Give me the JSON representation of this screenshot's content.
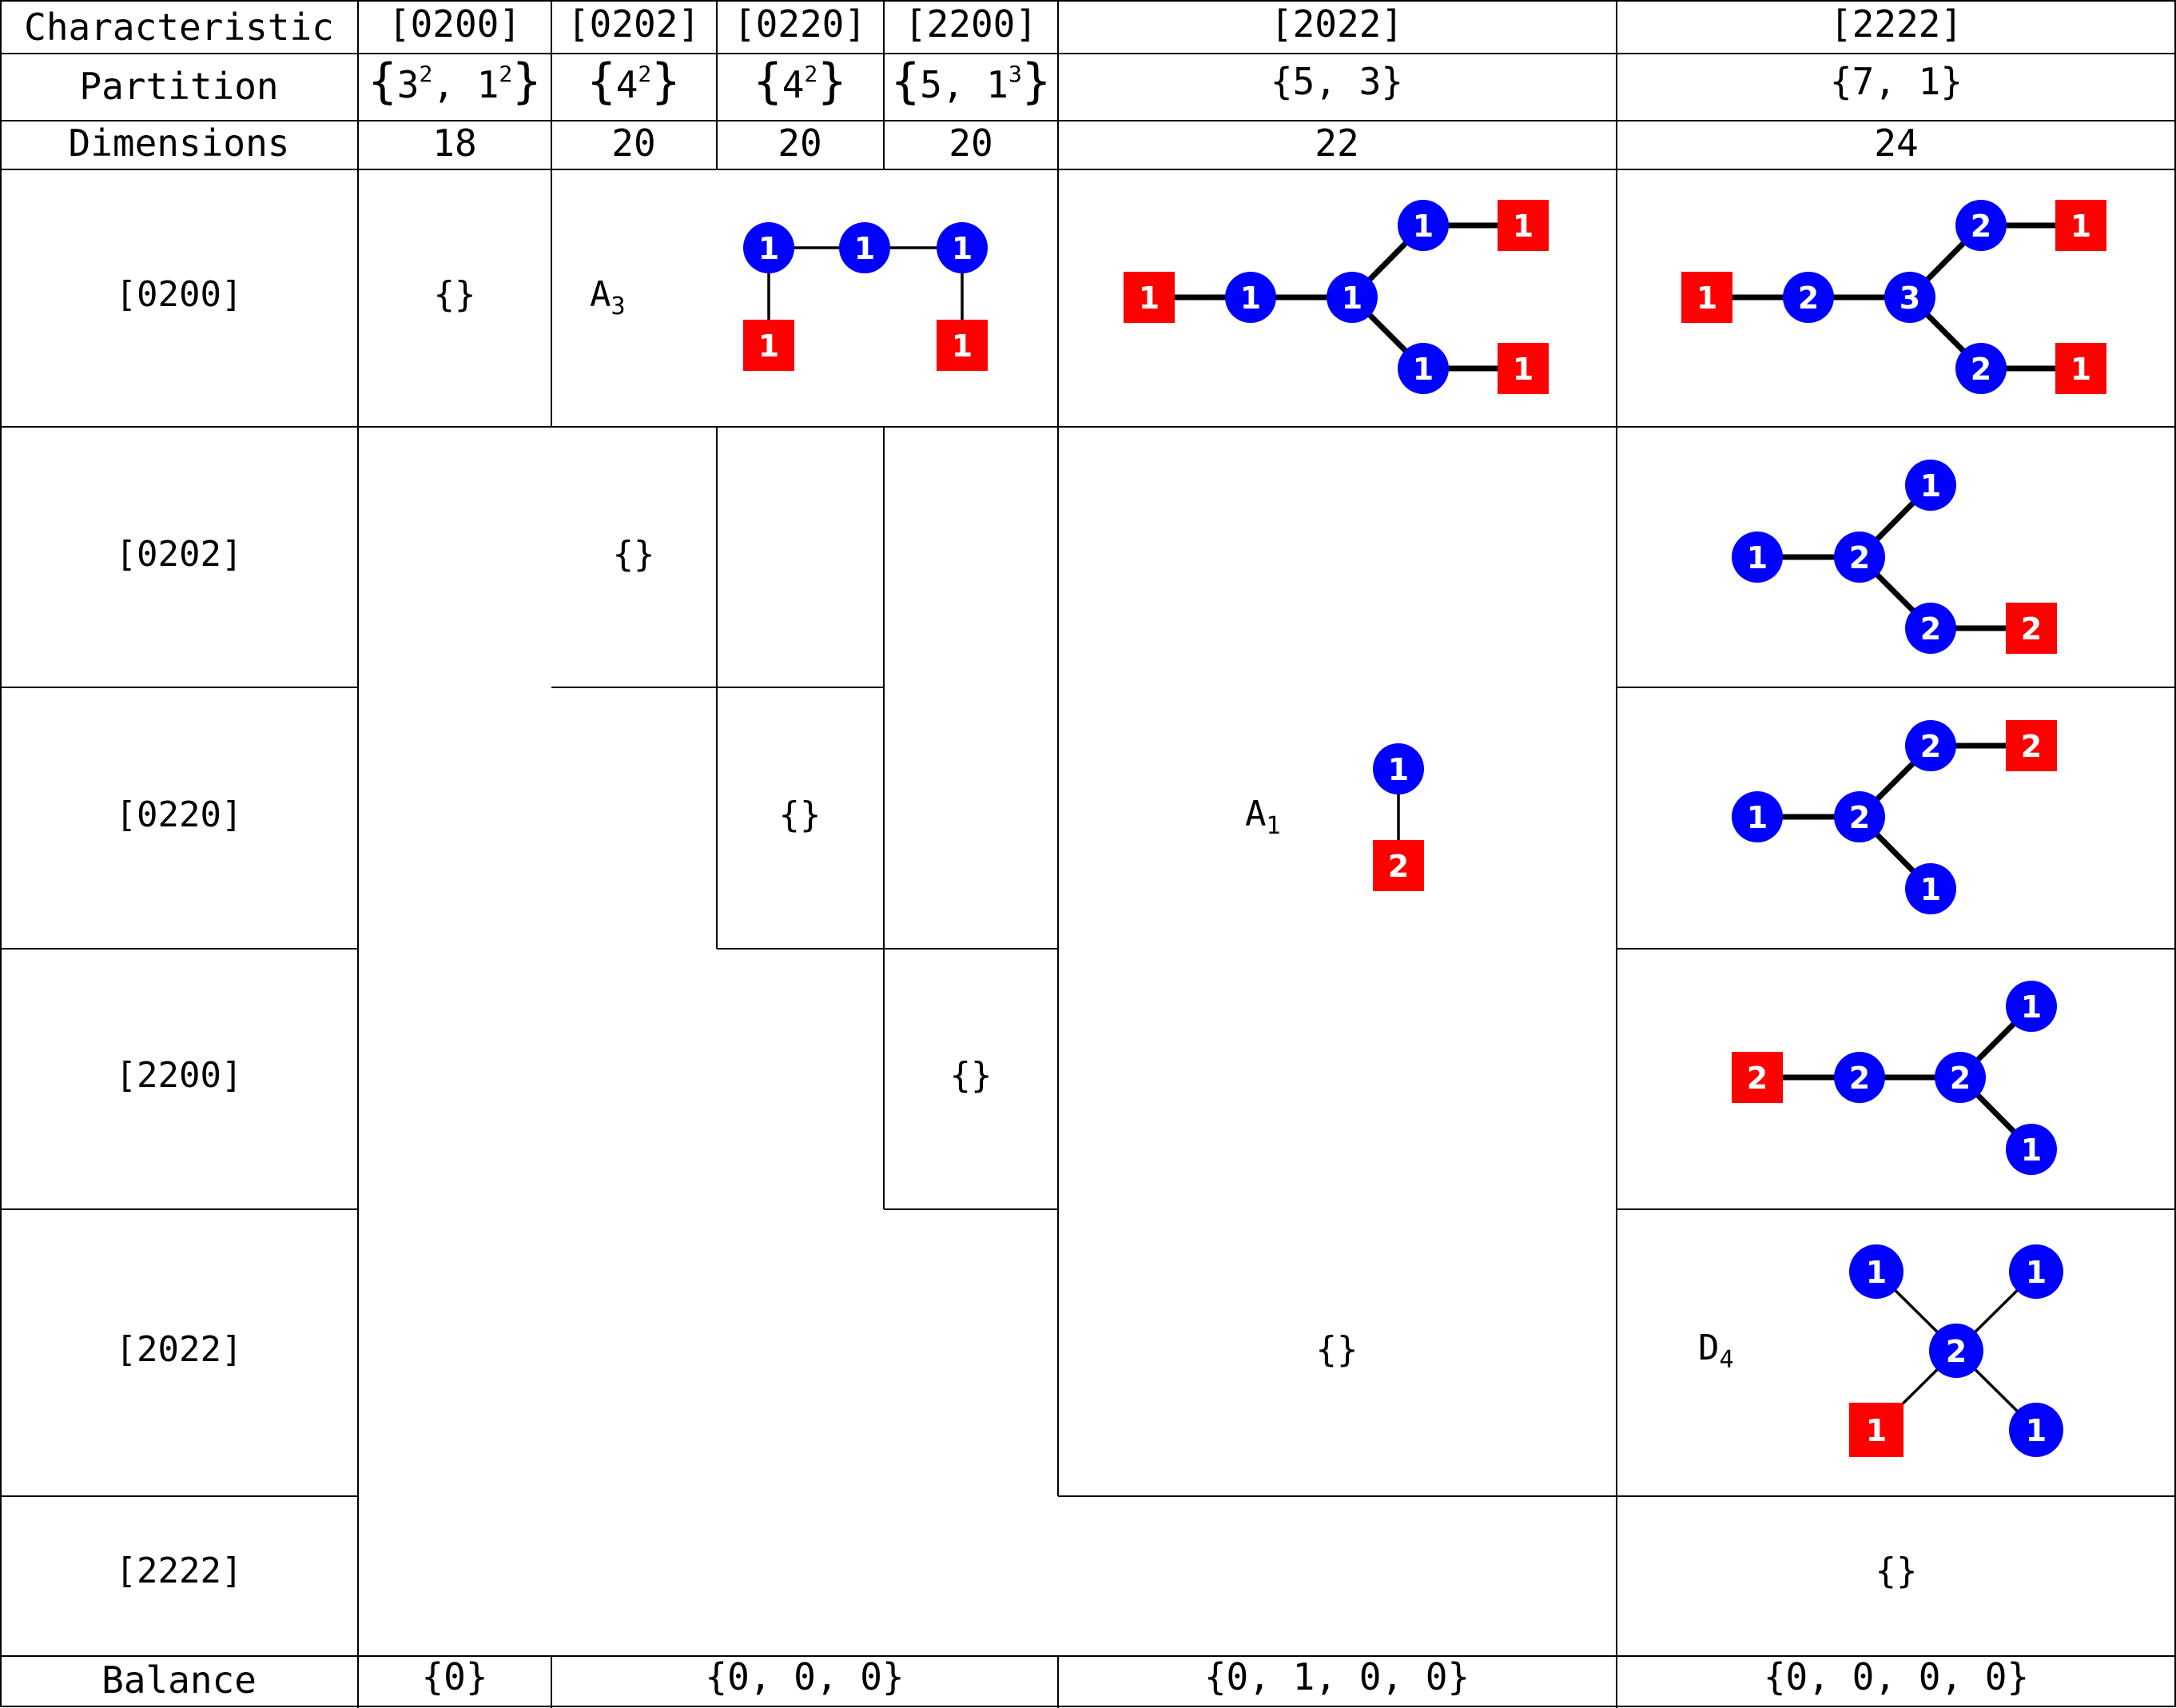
{
  "header": {
    "characteristic": "Characteristic",
    "partition": "Partition",
    "dimensions": "Dimensions",
    "balance": "Balance"
  },
  "columns": [
    {
      "char": "[0200]",
      "part_base": [
        "3",
        "1"
      ],
      "part_exp": [
        "2",
        "2"
      ],
      "dim": "18",
      "balance": "{0}"
    },
    {
      "char": "[0202]",
      "part_base": [
        "4"
      ],
      "part_exp": [
        "2"
      ],
      "dim": "20"
    },
    {
      "char": "[0220]",
      "part_base": [
        "4"
      ],
      "part_exp": [
        "2"
      ],
      "dim": "20"
    },
    {
      "char": "[2200]",
      "part_base": [
        "5",
        "1"
      ],
      "part_exp": [
        "",
        "3"
      ],
      "dim": "20"
    },
    {
      "char": "[2022]",
      "partition": "{5, 3}",
      "dim": "22",
      "balance": "{0, 1, 0, 0}"
    },
    {
      "char": "[2222]",
      "partition": "{7, 1}",
      "dim": "24",
      "balance": "{0, 0, 0, 0}"
    }
  ],
  "balance_mid": "{0, 0, 0}",
  "rows": [
    "[0200]",
    "[0202]",
    "[0220]",
    "[2200]",
    "[2022]",
    "[2222]"
  ],
  "empty_set": "{}",
  "algebra_labels": {
    "a3": {
      "base": "A",
      "sub": "3"
    },
    "a1": {
      "base": "A",
      "sub": "1"
    },
    "d4": {
      "base": "D",
      "sub": "4"
    }
  },
  "colors": {
    "gauge": "#0000ff",
    "flavor": "#ff0000",
    "line": "#000000"
  },
  "quivers": {
    "q_0200_0202": {
      "gauge": [
        "1",
        "1",
        "1"
      ],
      "flavor": [
        "1",
        "1"
      ]
    },
    "q_0200_2022": {
      "gauge": [
        "1",
        "1",
        "1",
        "1"
      ],
      "flavor": [
        "1",
        "1",
        "1"
      ]
    },
    "q_0200_2222": {
      "gauge": [
        "2",
        "3",
        "2",
        "2"
      ],
      "flavor": [
        "1",
        "1",
        "1"
      ]
    },
    "q_0202_2222": {
      "gauge": [
        "1",
        "2",
        "1",
        "2"
      ],
      "flavor": [
        "2"
      ]
    },
    "q_0220_2022": {
      "gauge": [
        "1"
      ],
      "flavor": [
        "2"
      ]
    },
    "q_0220_2222": {
      "gauge": [
        "1",
        "2",
        "2",
        "1"
      ],
      "flavor": [
        "2"
      ]
    },
    "q_2200_2222": {
      "gauge": [
        "2",
        "2",
        "1",
        "1"
      ],
      "flavor": [
        "2"
      ]
    },
    "q_2022_2222": {
      "gauge": [
        "1",
        "1",
        "2",
        "1"
      ],
      "flavor": [
        "1"
      ]
    }
  }
}
